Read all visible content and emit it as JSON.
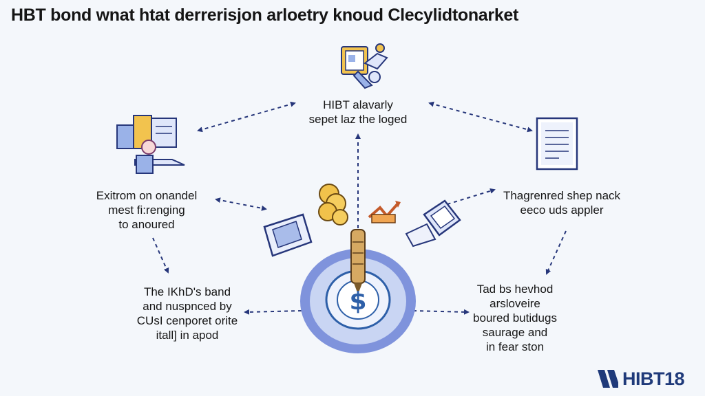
{
  "title": "HBT bond wnat htat derrerisjon arloetry knoud Clecylidtonarket",
  "nodes": {
    "top": {
      "lines": [
        "HIBT alavarly",
        "sepet laz the loged"
      ]
    },
    "left_upper": {
      "lines": [
        "Exitrom on onandel",
        "mest fi:renging",
        "to anoured"
      ]
    },
    "right_upper": {
      "lines": [
        "Thagrenred shep nack",
        "eeco uds appler"
      ]
    },
    "left_lower": {
      "lines": [
        "The IKhD's band",
        "and nuspnced by",
        "CUsI cenporet orite",
        "itall] in apod"
      ]
    },
    "right_lower": {
      "lines": [
        "Tad bs hevhod",
        "arsloveire",
        "boured butidugs",
        "saurage and",
        "in fear ston"
      ]
    }
  },
  "center": {
    "symbol": "$"
  },
  "logo": {
    "text": "HIBT18"
  },
  "colors": {
    "background": "#f4f7fb",
    "arrow": "#26367a",
    "ring_outer": "#7f93dc",
    "ring_inner": "#c9d5f3",
    "accent": "#1f3a7a"
  }
}
